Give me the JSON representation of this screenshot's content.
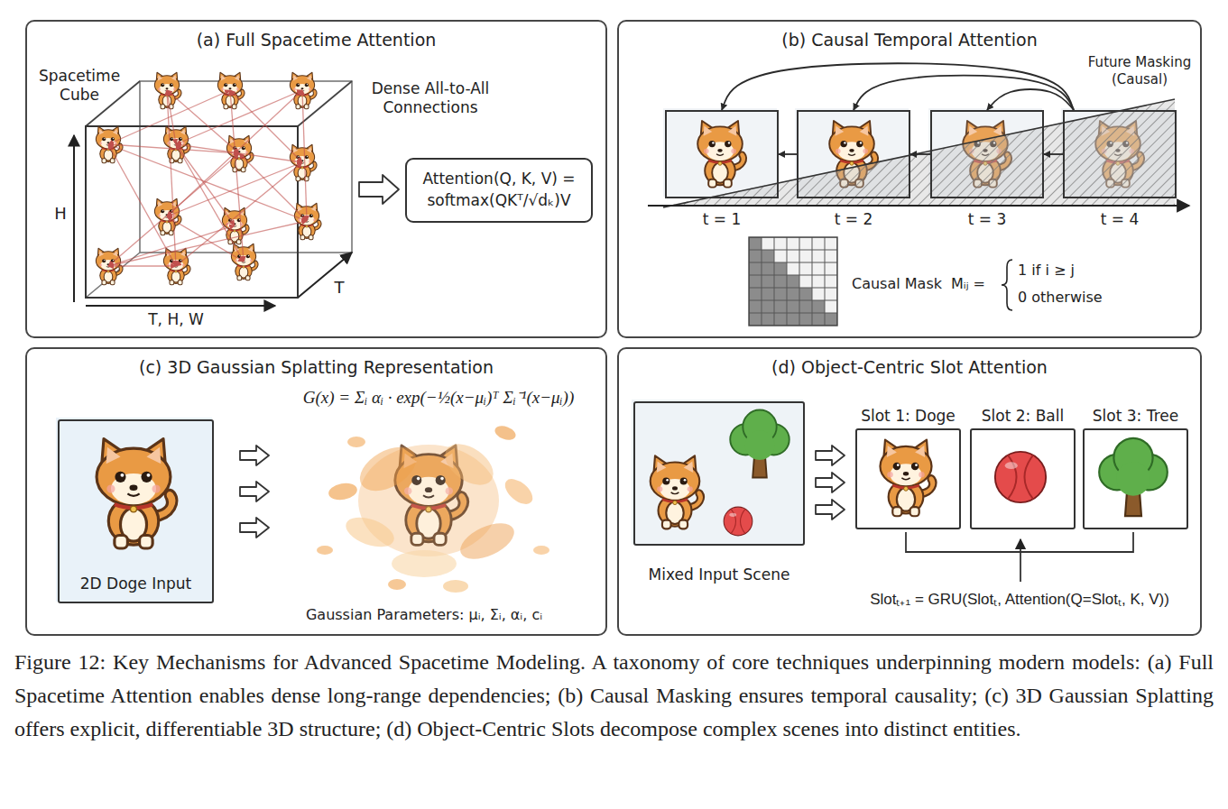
{
  "diagram": {
    "caption": "Figure 12: Key Mechanisms for Advanced Spacetime Modeling. A taxonomy of core techniques underpinning modern models: (a) Full Spacetime Attention enables dense long-range dependencies; (b) Causal Masking ensures temporal causality; (c) 3D Gaussian Splatting offers explicit, differentiable 3D structure; (d) Object-Centric Slots decompose complex scenes into distinct entities.",
    "nodes": [
      {
        "text": [
          "(a) Full Spacetime Attention"
        ]
      },
      {
        "text": [
          "Attention(Q, K, V) = softmax(QKᵀ/√dₖ)V"
        ],
        "in": 0
      },
      {
        "text": [
          "(b) Causal Temporal Attention"
        ]
      },
      {
        "text": [
          "t = 1"
        ],
        "in": 2
      },
      {
        "text": [
          "t = 2"
        ],
        "in": 2
      },
      {
        "text": [
          "t = 3"
        ],
        "in": 2
      },
      {
        "text": [
          "t = 4"
        ],
        "in": 2
      },
      {
        "text": [
          "(c) 3D Gaussian Splatting Representation"
        ]
      },
      {
        "text": [
          "2D Doge Input"
        ],
        "in": 7
      },
      {
        "text": [
          "(d) Object-Centric Slot Attention"
        ]
      },
      {
        "text": [
          "Mixed Input Scene"
        ],
        "in": 9
      },
      {
        "text": [
          "Slot 1: Doge"
        ],
        "in": 9
      },
      {
        "text": [
          "Slot 2: Ball"
        ],
        "in": 9
      },
      {
        "text": [
          "Slot 3: Tree"
        ],
        "in": 9
      }
    ],
    "edges": [
      {
        "from": 4,
        "to": 3,
        "arrow": "to"
      },
      {
        "from": 5,
        "to": 4,
        "arrow": "to"
      },
      {
        "from": 6,
        "to": 5,
        "arrow": "to"
      },
      {
        "from": 6,
        "to": 3,
        "arrow": "to"
      },
      {
        "from": 6,
        "to": 4,
        "arrow": "to"
      },
      {
        "from": 6,
        "to": 5,
        "arrow": "to"
      }
    ],
    "labels": [
      "Spacetime Cube",
      "Dense All-to-All Connections",
      "H",
      "T, H, W",
      "T",
      "Future Masking (Causal)",
      "Causal Mask",
      "Mᵢⱼ =",
      "1 if i ≥ j",
      "0 otherwise",
      "G(x) = Σᵢ αᵢ · exp(−½(x−μᵢ)ᵀ Σᵢ⁻¹(x−μᵢ))",
      "Gaussian Parameters: μᵢ, Σᵢ, αᵢ, cᵢ",
      "Slotₜ₊₁ = GRU(Slotₜ, Attention(Q=Slotₜ, K, V))"
    ]
  }
}
